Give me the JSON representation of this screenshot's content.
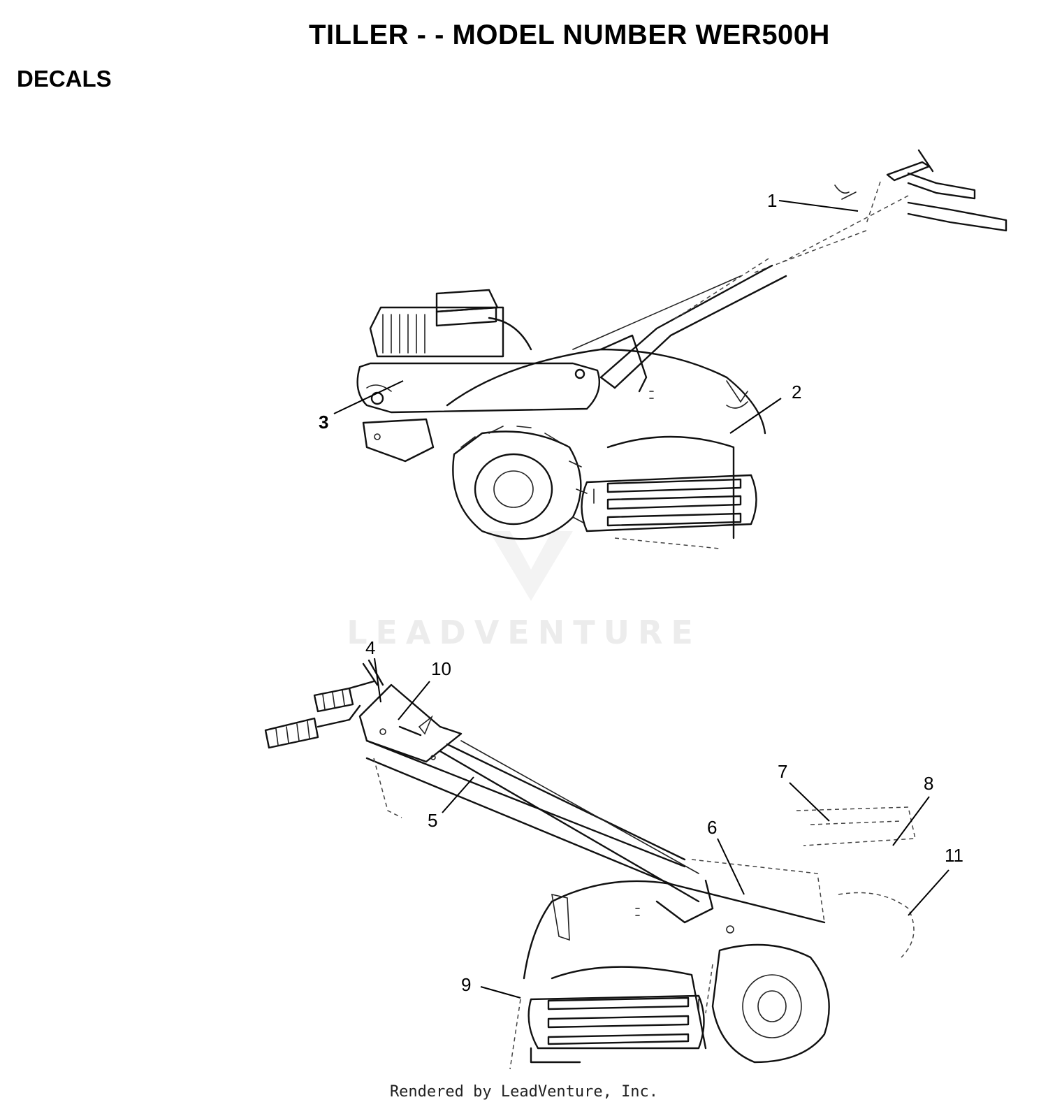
{
  "header": {
    "title": "TILLER - - MODEL NUMBER WER500H",
    "section": "DECALS"
  },
  "watermark": "LEADVENTURE",
  "footer": "Rendered by LeadVenture, Inc.",
  "callouts": {
    "c1": "1",
    "c2": "2",
    "c3": "3",
    "c4": "4",
    "c5": "5",
    "c6": "6",
    "c7": "7",
    "c8": "8",
    "c9": "9",
    "c10": "10",
    "c11": "11"
  }
}
